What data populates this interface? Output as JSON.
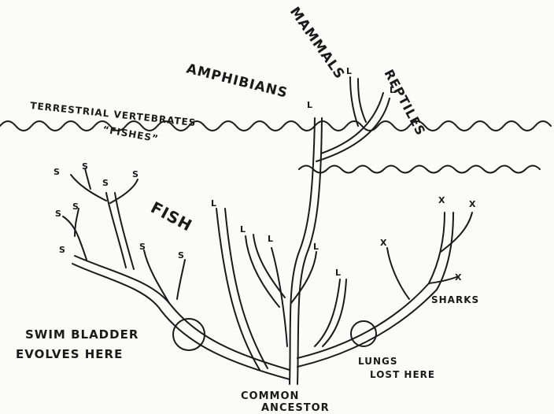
{
  "labels": {
    "mammals": "MAMMALS",
    "amphibians": "AMPHIBIANS",
    "reptiles": "REPTILES",
    "terrestrial": "TERRESTRIAL VERTEBRATES",
    "fishes": "“FISHES”",
    "fish": "FISH",
    "sharks": "SHARKS",
    "swim_bladder_1": "SWIM BLADDER",
    "swim_bladder_2": "EVOLVES HERE",
    "lungs_1": "LUNGS",
    "lungs_2": "LOST HERE",
    "common_1": "COMMON",
    "common_2": "ANCESTOR"
  },
  "tip_marks": {
    "lung": "L",
    "swim": "S",
    "extinct": "X"
  }
}
